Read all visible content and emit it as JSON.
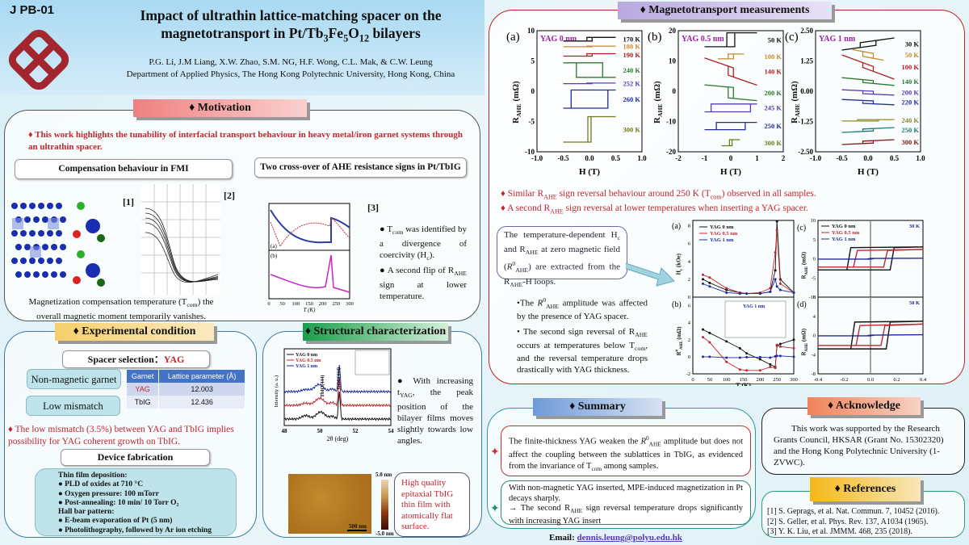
{
  "header": {
    "code": "J PB-01",
    "title_line1": "Impact of ultrathin lattice-matching spacer on the",
    "title_line2": "magnetotransport in Pt/Tb<sub>3</sub>Fe<sub>5</sub>O<sub>12</sub> bilayers",
    "authors": "P.G. Li, J.M Liang, X.W. Zhao, S.M. NG, H.F. Wong, C.L. Mak, & C.W. Leung",
    "department": "Department of Applied Physics, The Hong Kong Polytechnic University, Hong Kong, China",
    "logo": "polyu-logo"
  },
  "motivation": {
    "heading": "♦ Motivation",
    "highlight": "♦ This work highlights the tunability of interfacial transport behaviour in heavy metal/iron garnet systems through an ultrathin spacer.",
    "sub1": "Compensation behaviour in FMI",
    "sub2": "Two cross-over of AHE resistance signs in Pt/TbIG",
    "ref1": "[1]",
    "ref2": "[2]",
    "ref3": "[3]",
    "caption": "Magnetization compensation temperature (T<sub>com</sub>) the overall magnetic moment temporarily vanishes.",
    "bullet1": "● T<sub>com</sub> was identified by a divergence of coercivity (H<sub>c</sub>).",
    "bullet2": "● A second flip of R<sub>AHE</sub> sign at lower temperature.",
    "fig3_xlabel": "T (K)",
    "fig3_xticks": [
      "0",
      "50",
      "100",
      "150",
      "200",
      "250",
      "300"
    ],
    "fig3_a": "(a)",
    "fig3_b": "(b)"
  },
  "experimental": {
    "heading": "♦ Experimental condition",
    "spacer_label": "Spacer selection：",
    "spacer_value": "YAG",
    "pill1": "Non-magnetic garnet",
    "pill2": "Low mismatch",
    "table": {
      "headers": [
        "Garnet",
        "Lattice parameter (Å)"
      ],
      "rows": [
        [
          "YAG",
          "12.003"
        ],
        [
          "TbIG",
          "12.436"
        ]
      ]
    },
    "mismatch_note": "♦ The low mismatch (3.5%) between YAG and TbIG implies possibility for YAG coherent growth on TbIG.",
    "device_heading": "Device fabrication",
    "device_lines": [
      "Thin film deposition:",
      "● PLD of oxides at 710 °C",
      "● Oxygen pressure: 100 mTorr",
      "● Post-annealing: 10 min/ 10 Torr O₂",
      "Hall bar pattern:",
      "● E-beam evaporation of Pt (5 nm)",
      "● Photolithography, followed by Ar ion etching"
    ]
  },
  "structural": {
    "heading": "♦ Structural characterization",
    "legend": [
      "YAG 0 nm",
      "YAG 0.5 nm",
      "YAG 1 nm"
    ],
    "colors": [
      "#111111",
      "#c0272d",
      "#1f2a9c"
    ],
    "peak1": "TbIG(444)",
    "peak2": "GGG(444)",
    "xticks": [
      "48",
      "50",
      "52",
      "54"
    ],
    "xlabel": "2θ (deg)",
    "ylabel": "Intensity (a. u.)",
    "text": "● With increasing t<sub>YAG</sub>, the peak position of the bilayer films moves slightly towards low angles.",
    "afm_scale": "500 nm",
    "cbar_max": "5.0 nm",
    "cbar_min": "-5.0 nm",
    "afm_note": "High quality epitaxial TbIG thin film with atomically flat surface."
  },
  "magneto": {
    "heading": "♦ Magnetotransport measurements",
    "xlabel": "H (T)",
    "ylabel": "R<sub>AHE</sub> (mΩ)",
    "panels": [
      {
        "tag": "(a)",
        "sample": "YAG 0 nm",
        "ylim": [
          -10,
          10
        ],
        "yticks": [
          "-10",
          "-5",
          "0",
          "5",
          "10"
        ],
        "xlim": [
          -1,
          1
        ],
        "xticks": [
          "-1.0",
          "-0.5",
          "0.0",
          "0.5",
          "1.0"
        ],
        "range": 0.5,
        "curves": [
          {
            "T": "170 K",
            "c": "#111",
            "y": 8.6,
            "a": 0.3,
            "hc": 0.05
          },
          {
            "T": "180 K",
            "c": "#c88a2c",
            "y": 7.4,
            "a": 0.05,
            "hc": 0.05
          },
          {
            "T": "190 K",
            "c": "#b02020",
            "y": 6,
            "a": 0.2,
            "hc": 0.05
          },
          {
            "T": "240 K",
            "c": "#2d7a2d",
            "y": 3.5,
            "a": -1.2,
            "hc": 0.25
          },
          {
            "T": "252 K",
            "c": "#5b3cb0",
            "y": 1.3,
            "a": 0.05,
            "hc": 0.05
          },
          {
            "T": "260 K",
            "c": "#1f2a9c",
            "y": -1.3,
            "a": 1.5,
            "hc": 0.35
          },
          {
            "T": "300 K",
            "c": "#6b7a1a",
            "y": -6.3,
            "a": 2.1,
            "hc": 0.03
          }
        ]
      },
      {
        "tag": "(b)",
        "sample": "YAG 0.5 nm",
        "ylim": [
          -20,
          20
        ],
        "yticks": [
          "-20",
          "-10",
          "0",
          "10",
          "20"
        ],
        "xlim": [
          -2,
          2
        ],
        "xticks": [
          "-2",
          "-1",
          "0",
          "1",
          "2"
        ],
        "range": 1,
        "curves": [
          {
            "T": "50 K",
            "c": "#111",
            "y": 17,
            "a": 2.3,
            "hc": 0.15
          },
          {
            "T": "100 K",
            "c": "#c88a2c",
            "y": 11.5,
            "a": 0.8,
            "hc": 0.1,
            "r": 0.5
          },
          {
            "T": "140 K",
            "c": "#b02020",
            "y": 6.5,
            "a": -1.5,
            "hc": 0.1,
            "s": -3
          },
          {
            "T": "200 K",
            "c": "#2d7a2d",
            "y": -0.5,
            "a": -1.8,
            "hc": 0.1,
            "s": -0.8
          },
          {
            "T": "245 K",
            "c": "#5b3cb0",
            "y": -5.5,
            "a": 1.3,
            "hc": 0.75
          },
          {
            "T": "250 K",
            "c": "#1f2a9c",
            "y": -11.5,
            "a": 1.2,
            "hc": 0.55
          },
          {
            "T": "300 K",
            "c": "#6b7a1a",
            "y": -17,
            "a": 1,
            "hc": 0.05,
            "r": 0.35
          }
        ]
      },
      {
        "tag": "(c)",
        "sample": "YAG 1 nm",
        "ylim": [
          -2.5,
          2.5
        ],
        "yticks": [
          "-2.50",
          "-1.25",
          "0.00",
          "1.25",
          "2.50"
        ],
        "xlim": [
          -1,
          1
        ],
        "xticks": [
          "-1.0",
          "-0.5",
          "0.0",
          "0.5",
          "1.0"
        ],
        "range": 0.5,
        "curves": [
          {
            "T": "30 K",
            "c": "#111",
            "y": 1.95,
            "a": 0.1,
            "hc": 0.15,
            "s": 0.3
          },
          {
            "T": "50 K",
            "c": "#c88a2c",
            "y": 1.5,
            "a": -0.1,
            "hc": 0.1,
            "s": -0.4,
            "r": 0.3
          },
          {
            "T": "100 K",
            "c": "#b02020",
            "y": 1.0,
            "a": -0.1,
            "hc": 0.1,
            "s": -0.8
          },
          {
            "T": "140 K",
            "c": "#2d7a2d",
            "y": 0.4,
            "a": -0.06,
            "hc": 0.1,
            "s": -0.2
          },
          {
            "T": "200 K",
            "c": "#5b3cb0",
            "y": -0.05,
            "a": -0.06,
            "hc": 0.1,
            "s": -0.1
          },
          {
            "T": "220 K",
            "c": "#1f2a9c",
            "y": -0.45,
            "a": -0.06,
            "hc": 0.1,
            "s": -0.1
          },
          {
            "T": "240 K",
            "c": "#8a8a2a",
            "y": -1.2,
            "a": 0.03,
            "hc": 0.2
          },
          {
            "T": "250 K",
            "c": "#1f7a7a",
            "y": -1.6,
            "a": 0.05,
            "hc": 0.1,
            "s": 0.1
          },
          {
            "T": "300 K",
            "c": "#7a1a1a",
            "y": -2.1,
            "a": 0.05,
            "hc": 0.1,
            "s": 0.1
          }
        ]
      }
    ],
    "bullet1": "♦ Similar R<sub>AHE</sub> sign reversal behaviour around 250 K (T<sub>com</sub>) observed in all samples.",
    "bullet2": "♦ A second R<sub>AHE</sub> sign reversal at lower temperatures when inserting a YAG spacer.",
    "callout": "The temperature-dependent H<sub>c</sub> and R<sub>AHE</sub> at zero magnetic field (<i>R</i><sup>0</sup><sub>AHE</sub>) are extracted from the R<sub>AHE</sub>-H loops.",
    "point1": "•The <i>R</i><sup>0</sup><sub>AHE</sub> amplitude was affected by the presence of YAG spacer.",
    "point2": "• The second sign reversal of R<sub>AHE</sub> occurs at temperatures below T<sub>com</sub>, and the reversal temperature drops drastically with YAG thickness.",
    "legend": [
      "YAG 0 nm",
      "YAG 0.5 nm",
      "YAG 1 nm"
    ],
    "legend_colors": [
      "#111111",
      "#c0272d",
      "#1f2a9c"
    ],
    "temp_panels": {
      "xlabel": "T (K)",
      "xticks": [
        "0",
        "50",
        "100",
        "150",
        "200",
        "250",
        "300"
      ],
      "a_tag": "(a)",
      "b_tag": "(b)",
      "a_ylabel": "H<sub>c</sub> (kOe)",
      "a_yticks": [
        "0",
        "2",
        "4",
        "6",
        "8"
      ],
      "b_ylabel": "R<sup>0</sup><sub>AHE</sub> (mΩ)",
      "b_yticks": [
        "-2",
        "0",
        "2",
        "4",
        "6"
      ],
      "inset_label": "YAG 1 nm",
      "T": [
        30,
        50,
        100,
        140,
        160,
        200,
        230,
        245,
        250,
        260,
        300
      ],
      "hc": [
        [
          2,
          1.6,
          0.8,
          0.5,
          0.4,
          0.4,
          0.6,
          3,
          8.5,
          2,
          0.5
        ],
        [
          2.5,
          2.2,
          1,
          0.5,
          0.4,
          0.5,
          1,
          5,
          7.5,
          1.5,
          0.5
        ],
        [
          1.5,
          1.2,
          0.5,
          0.4,
          0.4,
          0.4,
          0.6,
          2,
          1.2,
          0.8,
          0.5
        ]
      ],
      "r0": [
        [
          3.2,
          2.8,
          1.8,
          1,
          0.4,
          -0.3,
          -0.9,
          -1.2,
          1.3,
          1.5,
          2
        ],
        [
          2.3,
          1.7,
          -0.6,
          -1.5,
          -1.6,
          -1.6,
          -1.2,
          -1.3,
          1.4,
          1.2,
          1
        ],
        [
          0,
          0,
          -0.1,
          -0.1,
          -0.05,
          -0.05,
          -0.1,
          0.05,
          0.1,
          0.1,
          0
        ]
      ]
    },
    "loop_panels": {
      "c_tag": "(c)",
      "d_tag": "(d)",
      "c_temp": "30 K",
      "d_temp": "50 K",
      "xlabel": "H (T)",
      "xticks": [
        "-0.4",
        "-0.2",
        "0.0",
        "0.2",
        "0.4"
      ],
      "c_yticks": [
        "-10",
        "-5",
        "0",
        "5",
        "10"
      ],
      "d_yticks": [
        "-8",
        "-4",
        "0",
        "4",
        "8"
      ],
      "ylabel": "R<sub>AHE</sub> (mΩ)"
    }
  },
  "summary": {
    "heading": "♦ Summary",
    "point1": "The finite-thickness YAG weaken the <i>R</i><sup>0</sup><sub>AHE</sub> amplitude but does not affect the coupling between the sublattices in TbIG, as evidenced from the invariance of T<sub>com</sub> among samples.",
    "point2a": "With non-magnetic YAG inserted, MPE-induced magnetization in Pt decays sharply.",
    "point2b": "→ The second R<sub>AHE</sub> sign reversal temperature drops significantly with increasing YAG insert",
    "email_label": "Email:",
    "email": "dennis.leung@polyu.edu.hk"
  },
  "acknowledge": {
    "heading": "♦ Acknowledge",
    "text": "This work was supported by the Research Grants Council, HKSAR (Grant No. 15302320) and the Hong Kong Polytechnic University (1-ZVWC)."
  },
  "references": {
    "heading": "♦ References",
    "items": [
      "[1] S. Geprags, et al. Nat. Commun. 7, 10452 (2016).",
      "[2] S. Geller, et al. Phys. Rev. 137, A1034 (1965).",
      "[3] Y. K. Liu, et al. JMMM. 468, 235 (2018)."
    ]
  }
}
